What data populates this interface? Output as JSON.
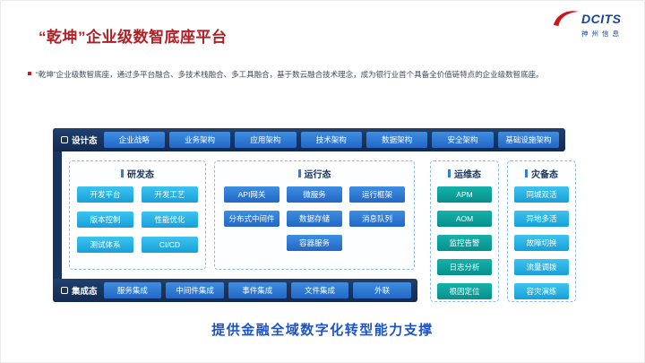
{
  "header": {
    "title": "“乾坤”企业级数智底座平台",
    "bullet_text": "“乾坤”企业级数智底座，通过多平台融合、多技术栈融合、多工具融合，基于数云融合技术理念，成为银行业首个具备全价值链特点的企业级数智底座。"
  },
  "logo": {
    "brand": "DCITS",
    "company": "神州信息"
  },
  "diagram": {
    "design": {
      "label": "设计态",
      "items": [
        "企业战略",
        "业务架构",
        "应用架构",
        "技术架构",
        "数据架构",
        "安全架构",
        "基础设施架构"
      ]
    },
    "dev": {
      "label": "研发态",
      "items": [
        "开发平台",
        "开发工艺",
        "版本控制",
        "性能优化",
        "测试体系",
        "CI/CD"
      ]
    },
    "run": {
      "label": "运行态",
      "rows": [
        [
          "API网关",
          "微服务",
          "运行框架"
        ],
        [
          "分布式中间件",
          "数据存储",
          "消息队列"
        ],
        [
          "容器服务"
        ]
      ]
    },
    "ops": {
      "label": "运维态",
      "items": [
        "APM",
        "AOM",
        "监控告警",
        "日志分析",
        "根因定位"
      ]
    },
    "dr": {
      "label": "灾备态",
      "items": [
        "同城双活",
        "异地多活",
        "故障切换",
        "流量调拨",
        "容灾演练"
      ]
    },
    "integration": {
      "label": "集成态",
      "items": [
        "服务集成",
        "中间件集成",
        "事件集成",
        "文件集成",
        "外联"
      ]
    }
  },
  "footer": {
    "text": "提供金融全域数字化转型能力支撑"
  },
  "colors": {
    "title_red": "#b01f24",
    "navy_bar": "#1a3460",
    "blue_chip": "#2e7fd8",
    "cyan_chip": "#29b2e4",
    "teal_chip": "#0aa7a2",
    "footer_blue": "#1c54c7"
  }
}
